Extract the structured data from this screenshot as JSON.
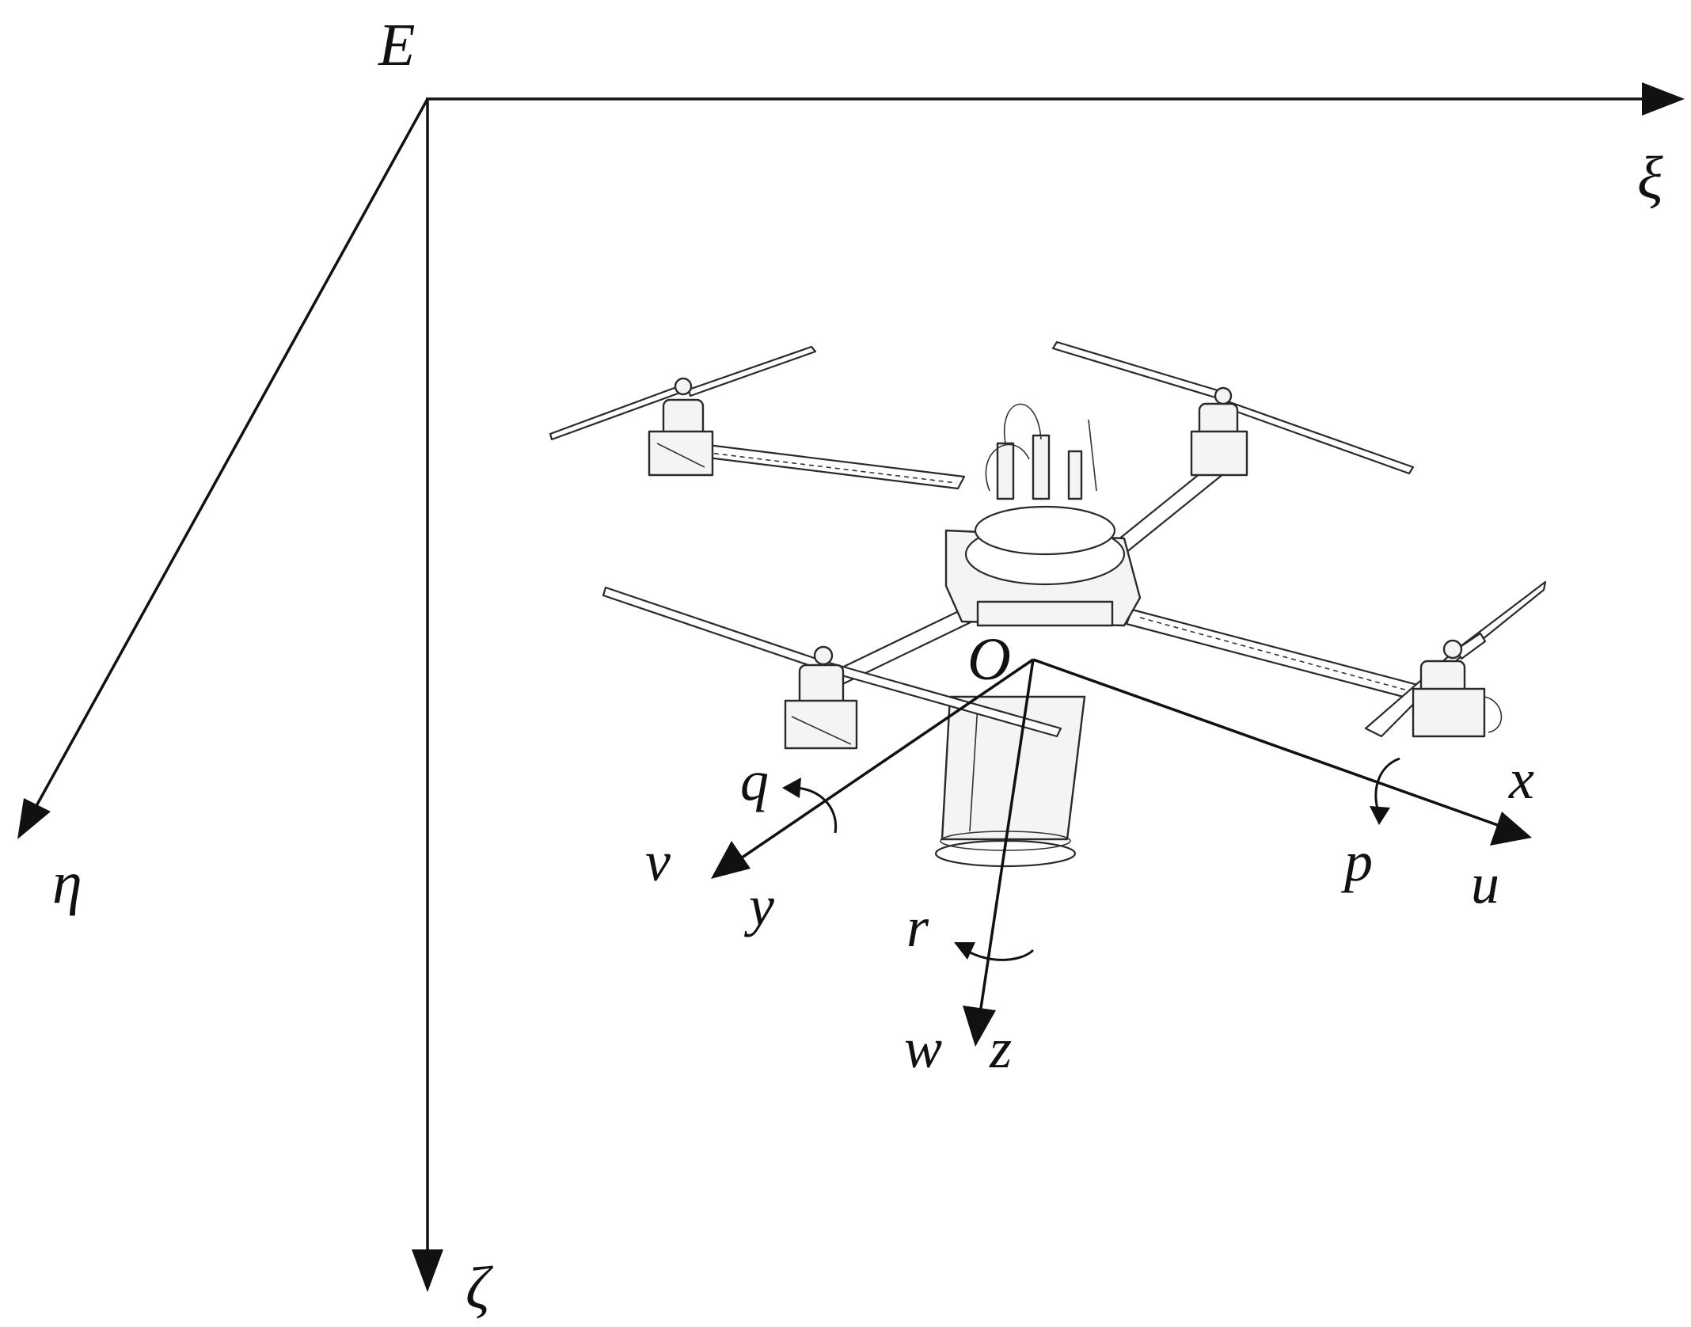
{
  "diagram": {
    "earth_frame": {
      "origin": "E",
      "axes": [
        "ξ",
        "η",
        "ζ"
      ]
    },
    "body_frame": {
      "origin": "O",
      "axes": [
        "x",
        "y",
        "z"
      ],
      "linear_velocities": [
        "u",
        "v",
        "w"
      ],
      "angular_rates": [
        "p",
        "q",
        "r"
      ]
    }
  }
}
